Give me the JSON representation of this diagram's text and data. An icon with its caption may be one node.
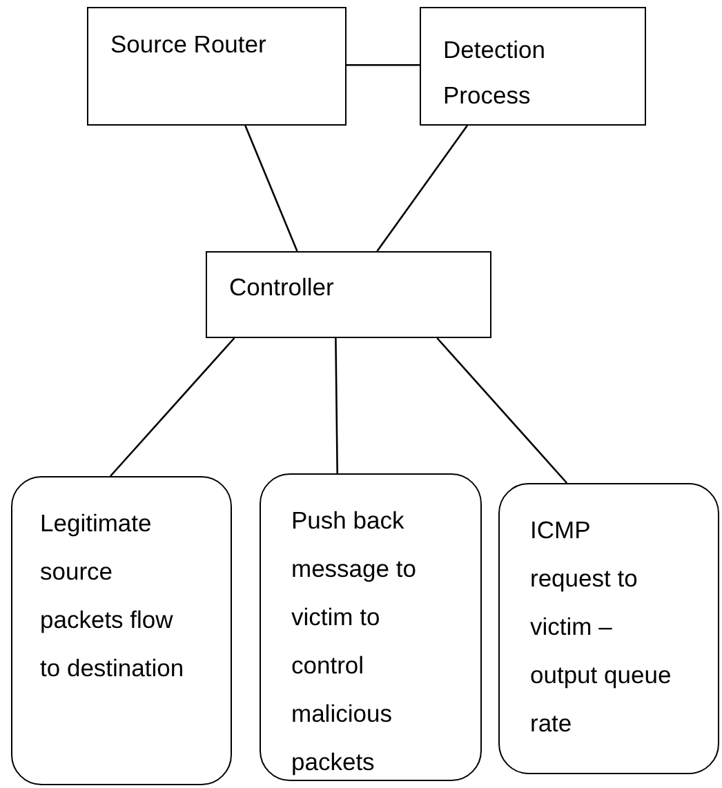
{
  "diagram": {
    "nodes": [
      {
        "text": [
          "Source Router"
        ]
      },
      {
        "text": [
          "Detection Process"
        ]
      },
      {
        "text": [
          "Controller"
        ]
      },
      {
        "text": [
          "Legitimate source packets flow to destination"
        ]
      },
      {
        "text": [
          "Push back message to victim to control malicious packets"
        ]
      },
      {
        "text": [
          "ICMP request to victim – output queue rate"
        ]
      }
    ],
    "edges": [
      {
        "from": 0,
        "to": 1,
        "arrow": "none"
      },
      {
        "from": 0,
        "to": 2,
        "arrow": "none"
      },
      {
        "from": 1,
        "to": 2,
        "arrow": "none"
      },
      {
        "from": 2,
        "to": 3,
        "arrow": "none"
      },
      {
        "from": 2,
        "to": 4,
        "arrow": "none"
      },
      {
        "from": 2,
        "to": 5,
        "arrow": "none"
      }
    ]
  }
}
